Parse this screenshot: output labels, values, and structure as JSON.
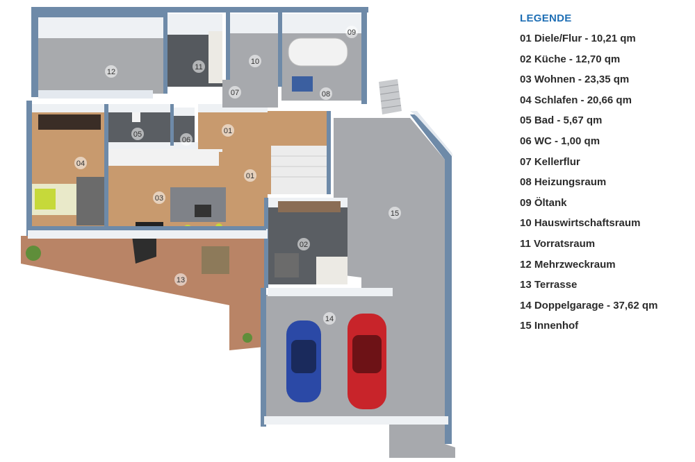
{
  "legend": {
    "title": "LEGENDE",
    "items": [
      "01 Diele/Flur - 10,21 qm",
      "02 Küche - 12,70 qm",
      "03 Wohnen - 23,35 qm",
      "04 Schlafen - 20,66 qm",
      "05 Bad - 5,67 qm",
      "06 WC - 1,00 qm",
      "07 Kellerflur",
      "08 Heizungsraum",
      "09 Öltank",
      "10 Hauswirtschaftsraum",
      "11 Vorratsraum",
      "12 Mehrzweckraum",
      "13 Terrasse",
      "14 Doppelgarage - 37,62 qm",
      "15 Innenhof"
    ]
  },
  "rooms": {
    "r01": "01",
    "r02": "02",
    "r03": "03",
    "r04": "04",
    "r05": "05",
    "r06": "06",
    "r07": "07",
    "r08": "08",
    "r09": "09",
    "r10": "10",
    "r11": "11",
    "r12": "12",
    "r13": "13",
    "r14": "14",
    "r15": "15"
  },
  "colors": {
    "wall": "#6c89a8",
    "wall_top": "#e4e9ef",
    "wood_floor": "#c89a6e",
    "tile_dark": "#5d6166",
    "concrete": "#a7a9ad",
    "terrace_wood": "#b98466",
    "legend_title": "#1f6fb5",
    "car_blue": "#2b49a6",
    "car_red": "#c8242a"
  },
  "icons": [
    "plant-icon",
    "car-blue-icon",
    "car-red-icon",
    "oil-tank-icon",
    "stairs-icon"
  ]
}
